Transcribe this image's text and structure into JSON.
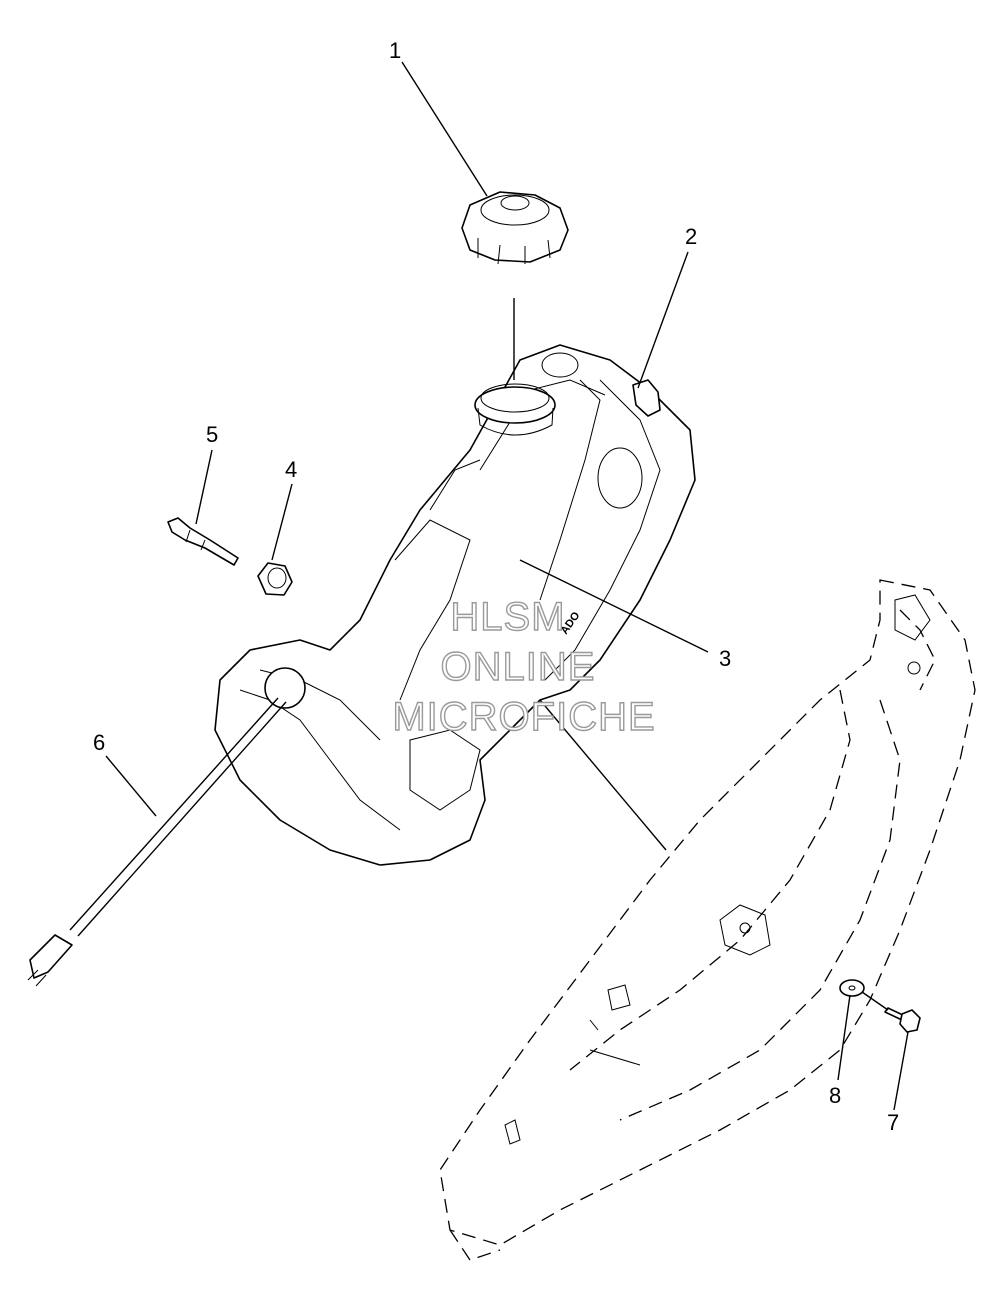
{
  "callouts": [
    {
      "id": "1",
      "label": "1"
    },
    {
      "id": "2",
      "label": "2"
    },
    {
      "id": "3",
      "label": "3"
    },
    {
      "id": "4",
      "label": "4"
    },
    {
      "id": "5",
      "label": "5"
    },
    {
      "id": "6",
      "label": "6"
    },
    {
      "id": "7",
      "label": "7"
    },
    {
      "id": "8",
      "label": "8"
    }
  ],
  "tank_marking": "ADO",
  "watermark": {
    "line1": "HLSM",
    "line2": "ONLINE",
    "line3": "MICROFICHE"
  }
}
